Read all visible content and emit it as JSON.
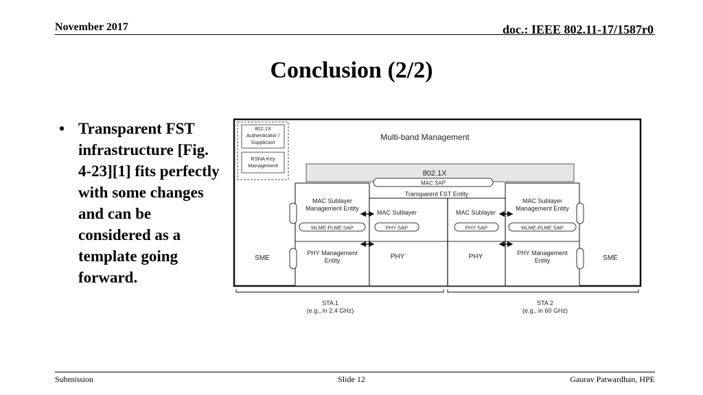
{
  "header": {
    "date": "November 2017",
    "doc": "doc.: IEEE 802.11-17/1587r0"
  },
  "title": "Conclusion (2/2)",
  "bullet": {
    "marker": "•",
    "text": "Transparent FST infrastructure [Fig. 4-23][1] fits perfectly with some changes and can be considered as a template going forward."
  },
  "figure": {
    "auth_lines": [
      "802.1X",
      "Authenticator /",
      "Supplicant"
    ],
    "rsna_lines": [
      "RSNA Key",
      "Management"
    ],
    "multiband": "Multi-band Management",
    "dot1x": "802.1X",
    "mac_sap": "MAC SAP",
    "transparent_fst": "Transparent FST Entity",
    "mac_sublayer_mgmt_lines": [
      "MAC Sublayer",
      "Management Entity"
    ],
    "mac_sublayer": "MAC Sublayer",
    "mlme_plme_sap": "MLME-PLME SAP",
    "phy_sap": "PHY SAP",
    "phy_mgmt_lines": [
      "PHY Management",
      "Entity"
    ],
    "phy": "PHY",
    "sme": "SME",
    "sta1_lines": [
      "STA 1",
      "(e.g., in 2.4 GHz)"
    ],
    "sta2_lines": [
      "STA 2",
      "(e.g., in 60 GHz)"
    ]
  },
  "footer": {
    "left": "Submission",
    "center": "Slide 12",
    "right": "Gaurav Patwardhan, HPE"
  }
}
